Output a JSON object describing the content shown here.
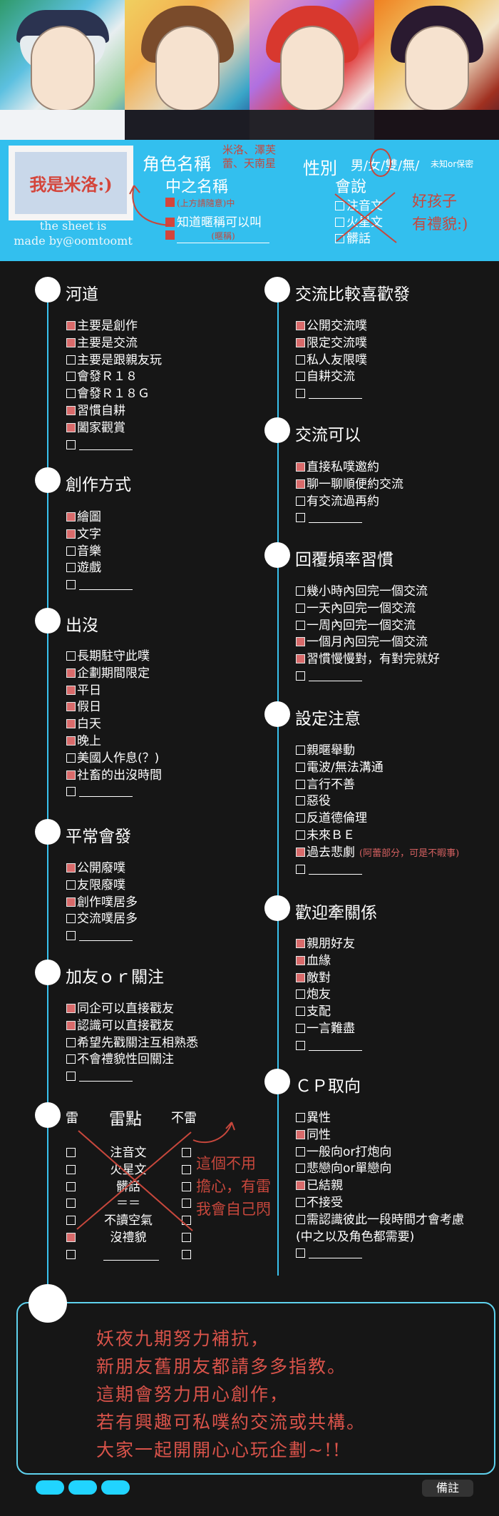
{
  "header": {
    "name_box_text": "我是米洛:)",
    "credit_line1": "the sheet is",
    "credit_line2": "made by@oomtoomt",
    "role_name_label": "角色名稱",
    "role_name_value": "米洛、澤芙\n蕾、天南星",
    "chinese_name_label": "中之名稱",
    "chinese_name_options": [
      {
        "checked": true,
        "text": "(上方請隨意)中"
      },
      {
        "checked": true,
        "text": "知道暱稱可以叫"
      },
      {
        "checked": true,
        "text": "(暱稱)"
      }
    ],
    "gender_label": "性別",
    "gender_options": "男/女/雙/無/",
    "gender_unknown": "未知or保密",
    "speak_label": "會說",
    "speak_options": [
      "注音文",
      "火星文",
      "髒話"
    ],
    "speak_note_line1": "好孩子",
    "speak_note_line2": "有禮貌:)"
  },
  "left_sections": [
    {
      "title": "河道",
      "items": [
        {
          "checked": true,
          "text": "主要是創作"
        },
        {
          "checked": true,
          "text": "主要是交流"
        },
        {
          "checked": false,
          "text": "主要是跟親友玩"
        },
        {
          "checked": false,
          "text": "會發Ｒ１８"
        },
        {
          "checked": false,
          "text": "會發Ｒ１８Ｇ"
        },
        {
          "checked": true,
          "text": "習慣自耕"
        },
        {
          "checked": true,
          "text": "闔家觀賞"
        },
        {
          "checked": false,
          "text": "",
          "blank": true
        }
      ]
    },
    {
      "title": "創作方式",
      "items": [
        {
          "checked": true,
          "text": "繪圖"
        },
        {
          "checked": true,
          "text": "文字"
        },
        {
          "checked": false,
          "text": "音樂"
        },
        {
          "checked": false,
          "text": "遊戲"
        },
        {
          "checked": false,
          "text": "",
          "blank": true
        }
      ]
    },
    {
      "title": "出沒",
      "items": [
        {
          "checked": false,
          "text": "長期駐守此噗"
        },
        {
          "checked": true,
          "text": "企劃期間限定"
        },
        {
          "checked": true,
          "text": "平日"
        },
        {
          "checked": true,
          "text": "假日"
        },
        {
          "checked": true,
          "text": "白天"
        },
        {
          "checked": true,
          "text": "晚上"
        },
        {
          "checked": false,
          "text": "美國人作息(？)"
        },
        {
          "checked": true,
          "text": "社畜的出沒時間"
        },
        {
          "checked": false,
          "text": "",
          "blank": true
        }
      ]
    },
    {
      "title": "平常會發",
      "items": [
        {
          "checked": true,
          "text": "公開廢噗"
        },
        {
          "checked": false,
          "text": "友限廢噗"
        },
        {
          "checked": true,
          "text": "創作噗居多"
        },
        {
          "checked": false,
          "text": "交流噗居多"
        },
        {
          "checked": false,
          "text": "",
          "blank": true
        }
      ]
    },
    {
      "title": "加友ｏｒ關注",
      "items": [
        {
          "checked": true,
          "text": "同企可以直接戳友"
        },
        {
          "checked": true,
          "text": "認識可以直接戳友"
        },
        {
          "checked": false,
          "text": "希望先戳關注互相熟悉"
        },
        {
          "checked": false,
          "text": "不會禮貌性回關注"
        },
        {
          "checked": false,
          "text": "",
          "blank": true
        }
      ]
    }
  ],
  "thunder": {
    "dot_label": "雷",
    "title": "雷點",
    "right_label": "不雷",
    "rows": [
      "注音文",
      "火星文",
      "髒話",
      "＝＝",
      "不讀空氣",
      "沒禮貌",
      ""
    ],
    "left_checked": [
      false,
      false,
      false,
      false,
      false,
      true,
      false
    ],
    "note_line1": "這個不用",
    "note_line2": "擔心，有雷",
    "note_line3": "我會自己閃"
  },
  "right_sections": [
    {
      "title": "交流比較喜歡發",
      "items": [
        {
          "checked": true,
          "text": "公開交流噗"
        },
        {
          "checked": true,
          "text": "限定交流噗"
        },
        {
          "checked": false,
          "text": "私人友限噗"
        },
        {
          "checked": false,
          "text": "自耕交流"
        },
        {
          "checked": false,
          "text": "",
          "blank": true
        }
      ]
    },
    {
      "title": "交流可以",
      "items": [
        {
          "checked": true,
          "text": "直接私噗邀約"
        },
        {
          "checked": true,
          "text": "聊一聊順便約交流"
        },
        {
          "checked": false,
          "text": "有交流過再約"
        },
        {
          "checked": false,
          "text": "",
          "blank": true
        }
      ]
    },
    {
      "title": "回覆頻率習慣",
      "items": [
        {
          "checked": false,
          "text": "幾小時內回完一個交流"
        },
        {
          "checked": false,
          "text": "一天內回完一個交流"
        },
        {
          "checked": false,
          "text": "一周內回完一個交流"
        },
        {
          "checked": true,
          "text": "一個月內回完一個交流"
        },
        {
          "checked": true,
          "text": "習慣慢慢對，有對完就好"
        },
        {
          "checked": false,
          "text": "",
          "blank": true
        }
      ]
    },
    {
      "title": "設定注意",
      "items": [
        {
          "checked": false,
          "text": "親暱舉動"
        },
        {
          "checked": false,
          "text": "電波/無法溝通"
        },
        {
          "checked": false,
          "text": "言行不善"
        },
        {
          "checked": false,
          "text": "惡役"
        },
        {
          "checked": false,
          "text": "反道德倫理"
        },
        {
          "checked": false,
          "text": "未來ＢＥ"
        },
        {
          "checked": true,
          "text": "過去悲劇",
          "note": "(阿蕾部分，可是不暇事)"
        },
        {
          "checked": false,
          "text": "",
          "blank": true
        }
      ]
    },
    {
      "title": "歡迎牽關係",
      "items": [
        {
          "checked": true,
          "text": "親朋好友"
        },
        {
          "checked": true,
          "text": "血緣"
        },
        {
          "checked": true,
          "text": "敵對"
        },
        {
          "checked": false,
          "text": "炮友"
        },
        {
          "checked": false,
          "text": "支配"
        },
        {
          "checked": false,
          "text": "一言難盡"
        },
        {
          "checked": false,
          "text": "",
          "blank": true
        }
      ]
    },
    {
      "title": "ＣＰ取向",
      "items": [
        {
          "checked": false,
          "text": "異性"
        },
        {
          "checked": true,
          "text": "同性"
        },
        {
          "checked": false,
          "text": "一般向or打炮向"
        },
        {
          "checked": false,
          "text": "悲戀向or單戀向"
        },
        {
          "checked": true,
          "text": "已結親"
        },
        {
          "checked": false,
          "text": "不接受"
        },
        {
          "checked": false,
          "text": "需認識彼此一段時間才會考慮"
        },
        {
          "checked": false,
          "text": "(中之以及角色都需要)",
          "nobox": true
        },
        {
          "checked": false,
          "text": "",
          "blank": true
        }
      ]
    }
  ],
  "footer": {
    "lines": [
      "妖夜九期努力補抗，",
      "新朋友舊朋友都請多多指教。",
      "這期會努力用心創作，",
      "若有興趣可私噗約交流或共構。",
      "大家一起開開心心玩企劃~!!"
    ],
    "remark_label": "備註"
  },
  "colors": {
    "accent": "#33bfee",
    "checked": "#d96b6b",
    "handwriting": "#d4453b"
  }
}
